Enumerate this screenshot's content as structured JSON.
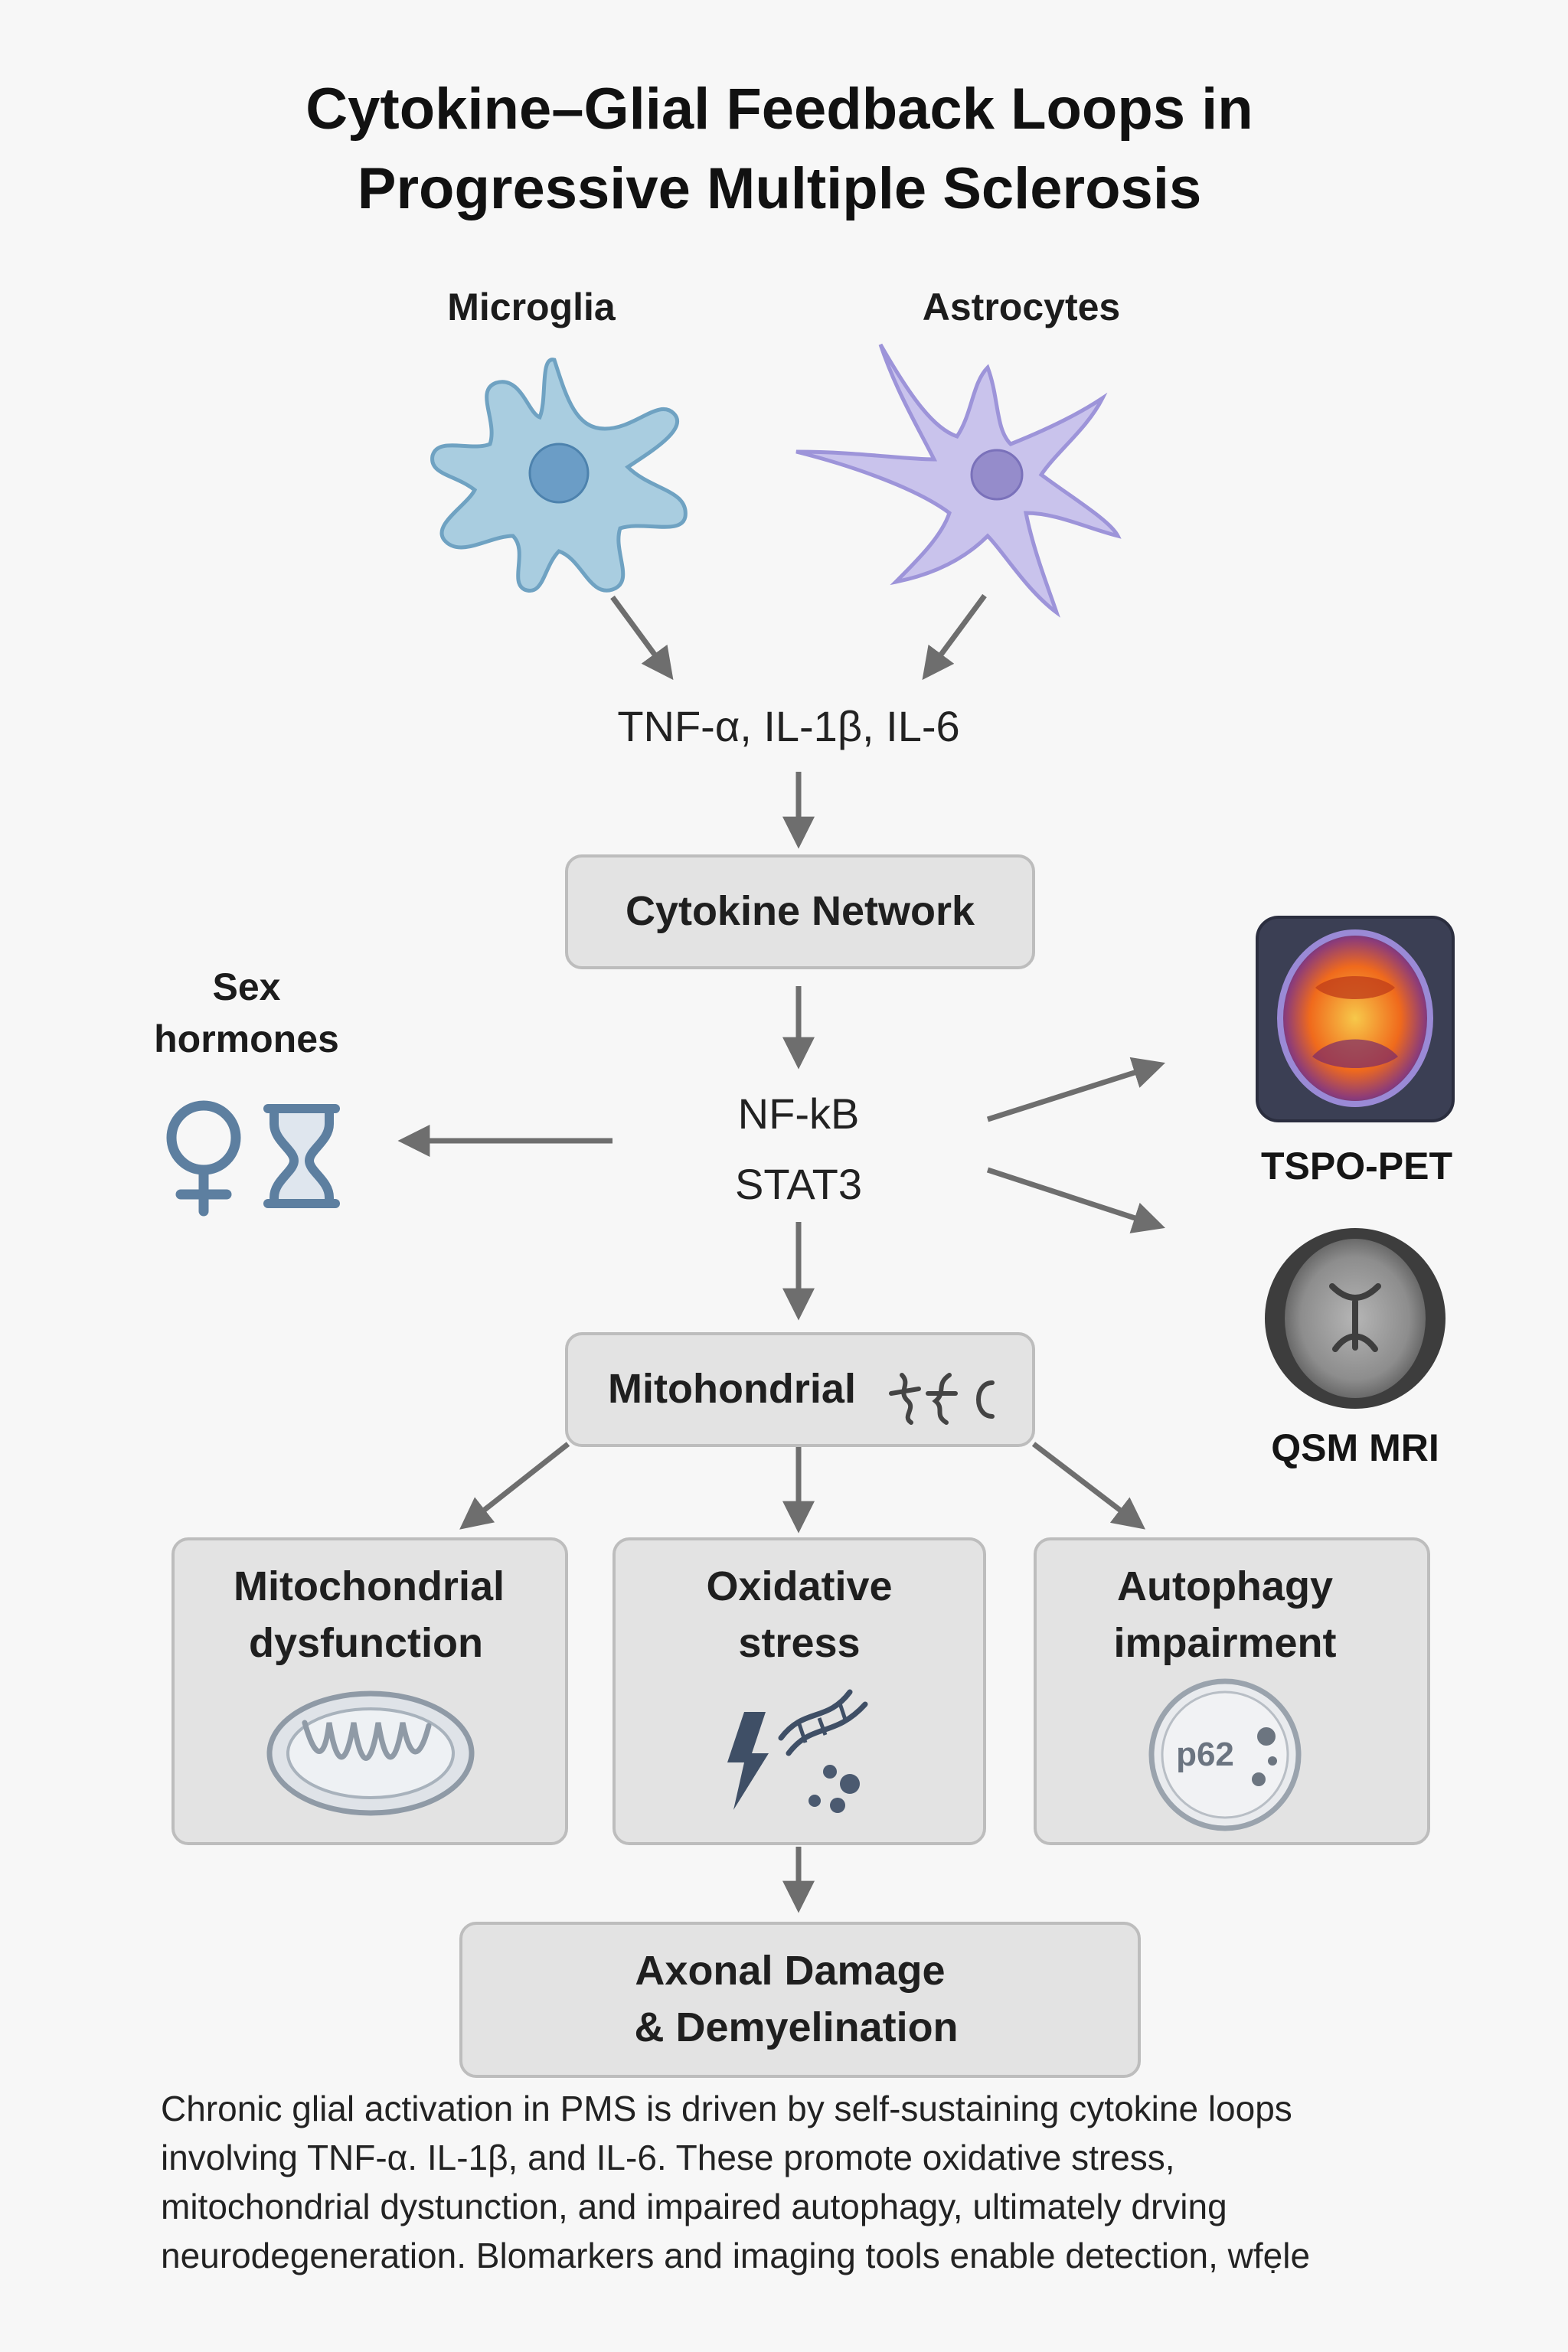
{
  "title": {
    "line1": "Cytokine–Glial Feedback Loops in",
    "line2": "Progressive Multiple Sclerosis"
  },
  "cells": {
    "microglia": "Microglia",
    "astrocytes": "Astrocytes"
  },
  "cytokines": "TNF-α, IL-1β, IL-6",
  "cytokine_network": "Cytokine Network",
  "signaling": {
    "line1": "NF-kB",
    "line2": "STAT3"
  },
  "sex_hormones": {
    "line1": "Sex",
    "line2": "hormones"
  },
  "imaging": {
    "tspo": "TSPO-PET",
    "qsm": "QSM MRI"
  },
  "mitochondrial": "Mitohondrial",
  "outcomes": {
    "mito": {
      "line1": "Mitochondrial",
      "line2": "dysfunction"
    },
    "oxidative": {
      "line1": "Oxidative",
      "line2": "stress"
    },
    "autophagy": {
      "line1": "Autophagy",
      "line2": "impairment",
      "marker": "p62"
    }
  },
  "final": {
    "line1": "Axonal Damage",
    "line2": "& Demyelination"
  },
  "caption": {
    "line1": "Chronic glial activation in PMS is driven by self-sustaining cytokine loops",
    "line2": "involving TNF-α. IL-1β, and IL-6. These promote oxidative stress,",
    "line3": "mitochondrial dystunction, and impaired autophagy, ultimately drving",
    "line4": "neurodegeneration. Blomarkers and imaging tools enable detection, wfẹle"
  },
  "colors": {
    "microglia": "#a9cde0",
    "astrocyte": "#c9c3ec",
    "hormone_icon": "#5d7fa0",
    "box_fill": "#e3e3e3",
    "arrow": "#6e6e6e",
    "pet_hot": "#f06a1c"
  },
  "icons": [
    "microglia-cell-icon",
    "astrocyte-cell-icon",
    "female-symbol-icon",
    "hourglass-icon",
    "tspo-pet-brain-icon",
    "qsm-mri-brain-icon",
    "mitochondria-squiggle-icon",
    "mitochondrion-icon",
    "lightning-dna-icon",
    "p62-vesicle-icon"
  ]
}
